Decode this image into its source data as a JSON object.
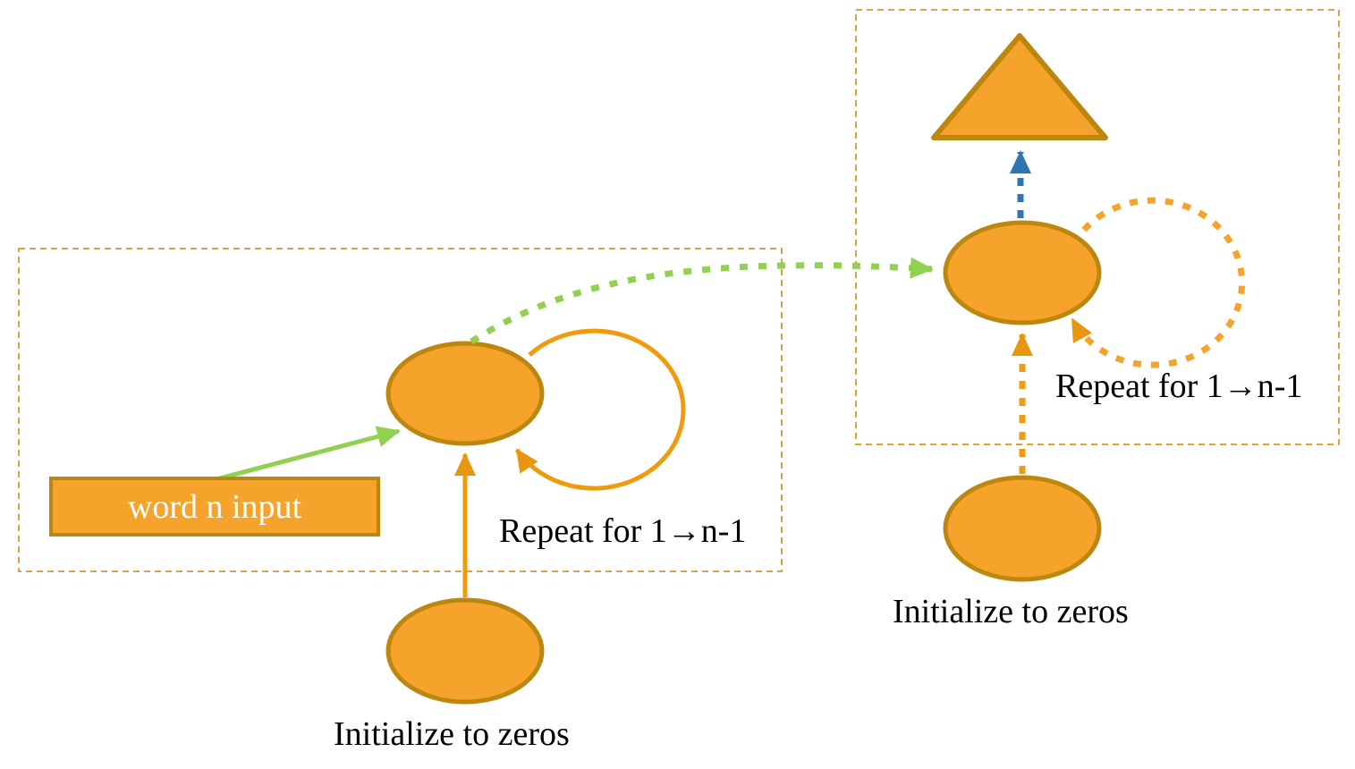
{
  "labels": {
    "word_input": "word n input",
    "repeat_encoder": "Repeat for 1→n-1",
    "repeat_decoder": "Repeat for 1→n-1",
    "init_encoder": "Initialize to zeros",
    "init_decoder": "Initialize to zeros"
  },
  "colors": {
    "node_fill": "#F5A32B",
    "node_stroke": "#BC860F",
    "green_arrow": "#92D050",
    "blue_arrow": "#2E75B6",
    "dashed_box_border": "#DFA13C",
    "input_box_text": "#FFFFFF",
    "label_text": "#000000"
  }
}
